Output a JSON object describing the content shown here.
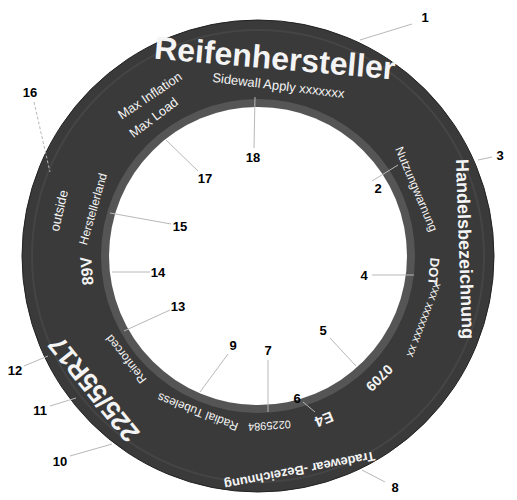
{
  "diagram": {
    "labels": [
      "Reifenhersteller",
      "Sidewall Apply xxxxxxx",
      "Max Inflation",
      "Max Load",
      "Nutzungwarnung",
      "Handelsbezeichnung",
      "DOT",
      "xxx xxxxxxx xx",
      "0709",
      "E4",
      "0225984",
      "Tradewear -Bezeichnung",
      "Radial Tubeless",
      "Reinforced",
      "225/55R17",
      "89V",
      "Herstellerland",
      "outside",
      "1",
      "2",
      "3",
      "4",
      "5",
      "6",
      "7",
      "8",
      "9",
      "10",
      "11",
      "12",
      "13",
      "14",
      "15",
      "16",
      "17",
      "18"
    ]
  }
}
